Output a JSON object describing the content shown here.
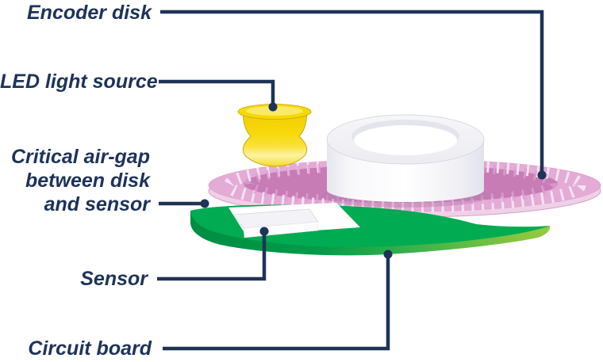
{
  "labels": {
    "encoder_disk": "Encoder disk",
    "led": "LED light source",
    "air_gap": [
      "Critical air-gap",
      "between disk",
      "and sensor"
    ],
    "sensor": "Sensor",
    "circuit_board": "Circuit board"
  },
  "colors": {
    "label_text": "#1d3359",
    "leader_line": "#1e3356",
    "disk_top_pink": "#e3abd6",
    "disk_inner_mauve": "#c77cb6",
    "disk_edge_pink": "#f0d0e8",
    "disk_tick": "#f7e4f3",
    "disk_inner_tick": "#dc9fd0",
    "board_green": "#00ab51",
    "board_edge_dark": "#008d42",
    "board_edge_light": "#8dc63f",
    "led_yellow": "#f6d806",
    "led_rim_inner": "#f9ea66",
    "hub_white": "#ffffff",
    "sensor_chip": "#f3f2f7"
  }
}
